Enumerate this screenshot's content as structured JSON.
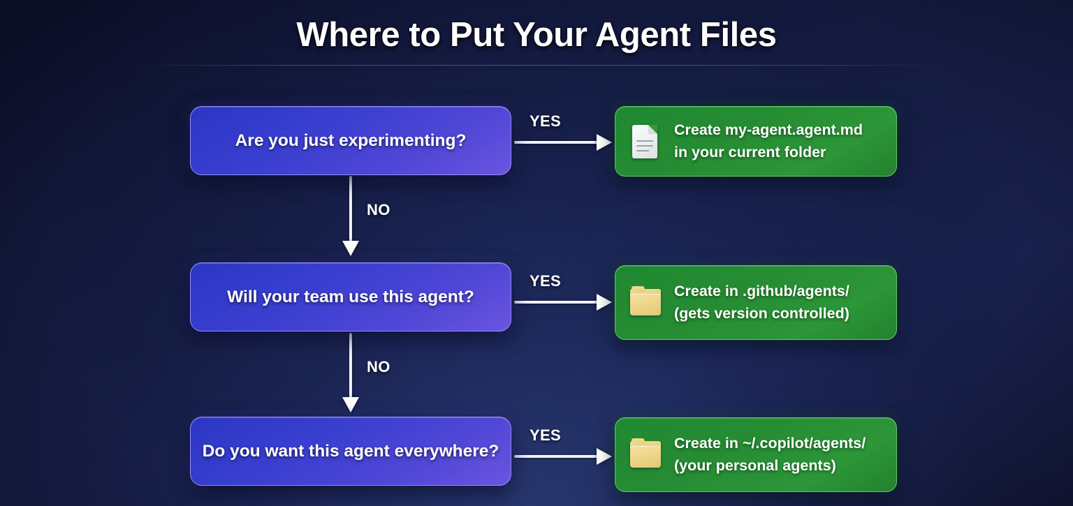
{
  "title": "Where to Put Your Agent Files",
  "colors": {
    "background": "#111534",
    "decision_box": "#3a3fd0",
    "decision_box_accent": "#6a55e0",
    "outcome_box": "#268c33",
    "outcome_border": "#6edc6e",
    "connector": "#ffffff",
    "text": "#ffffff",
    "folder_icon": "#eed68b",
    "document_icon": "#eceef0"
  },
  "flow": {
    "decisions": [
      {
        "label": "Are you just experimenting?"
      },
      {
        "label": "Will your team use this agent?"
      },
      {
        "label": "Do you want this agent everywhere?"
      }
    ],
    "outcomes": [
      {
        "icon": "document-icon",
        "line1": "Create my-agent.agent.md",
        "line2": "in your current folder",
        "text": "Create my-agent.agent.md\nin your current folder"
      },
      {
        "icon": "folder-icon",
        "line1": "Create in .github/agents/",
        "line2": "(gets version controlled)",
        "text": "Create in .github/agents/\n(gets version controlled)"
      },
      {
        "icon": "folder-icon",
        "line1": "Create in ~/.copilot/agents/",
        "line2": "(your personal agents)",
        "text": "Create in ~/.copilot/agents/\n(your personal agents)"
      }
    ],
    "edges": {
      "yes": "YES",
      "no": "NO"
    }
  }
}
